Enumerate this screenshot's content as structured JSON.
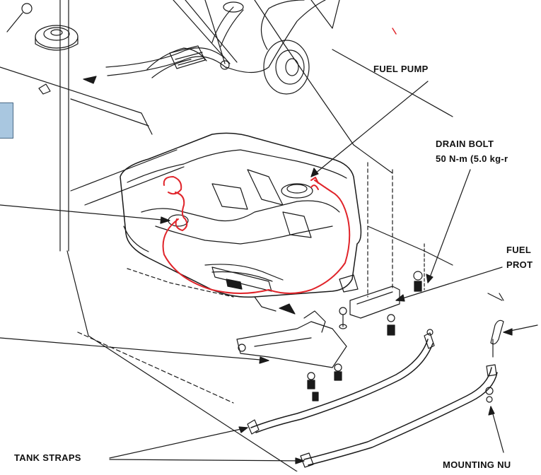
{
  "labels": {
    "fuel_pump": "FUEL PUMP",
    "drain_bolt": "DRAIN BOLT",
    "drain_torque": "50 N-m (5.0 kg-r",
    "fuel_prot_1": "FUEL",
    "fuel_prot_2": "PROT",
    "tank_straps": "TANK STRAPS",
    "mounting_nut": "MOUNTING NU"
  },
  "colors": {
    "line": "#1a1a1a",
    "annotation": "#e0242a",
    "box_fill": "#a9c7e0"
  }
}
